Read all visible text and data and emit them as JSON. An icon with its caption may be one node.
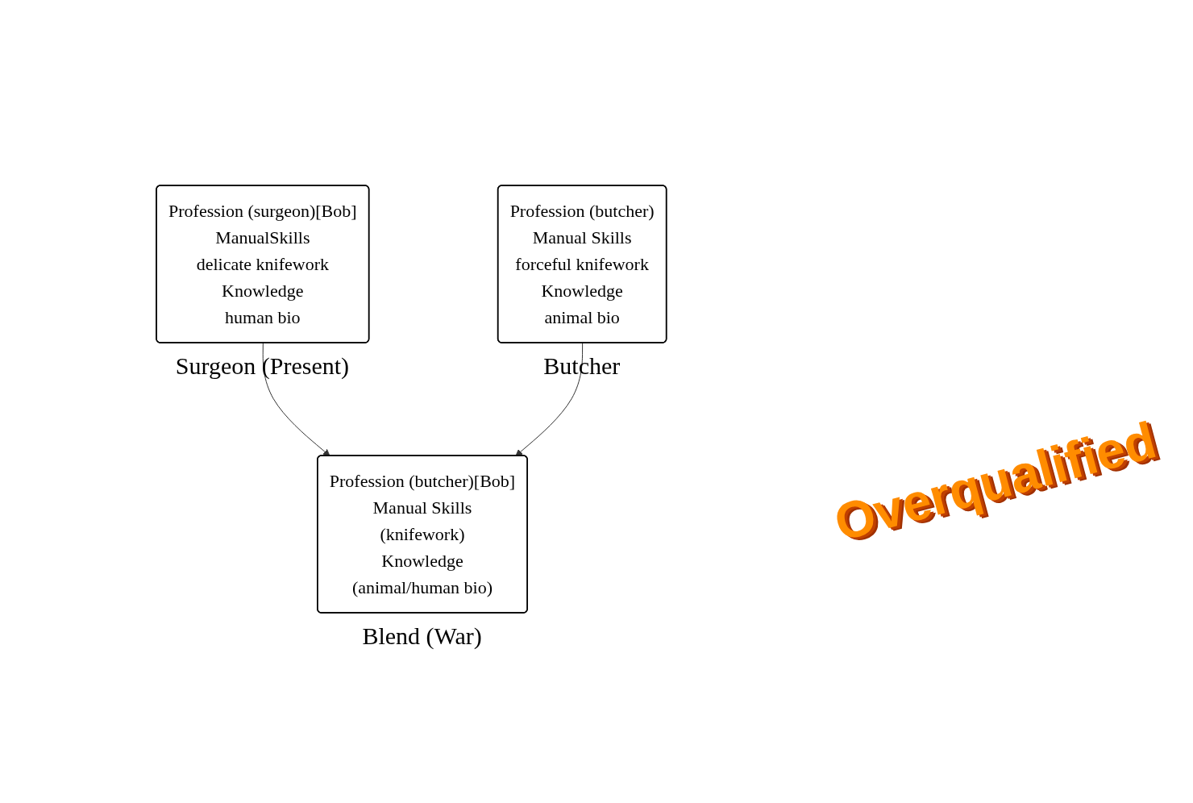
{
  "diagram": {
    "nodes": [
      {
        "text": [
          "Profession (surgeon)[Bob]",
          "ManualSkills",
          "delicate knifework",
          "Knowledge",
          "human bio"
        ],
        "beside": [
          "Surgeon (Present)"
        ]
      },
      {
        "text": [
          "Profession (butcher)",
          "Manual Skills",
          "forceful knifework",
          "Knowledge",
          "animal bio"
        ],
        "beside": [
          "Butcher"
        ]
      },
      {
        "text": [
          "Profession (butcher)[Bob]",
          "Manual Skills",
          "(knifework)",
          "Knowledge",
          "(animal/human bio)"
        ],
        "beside": [
          "Blend (War)"
        ]
      }
    ],
    "edges": [
      {
        "from": 0,
        "to": 2,
        "arrow": "to"
      },
      {
        "from": 1,
        "to": 2,
        "arrow": "to"
      }
    ],
    "labels": [
      "Overqualified"
    ]
  }
}
